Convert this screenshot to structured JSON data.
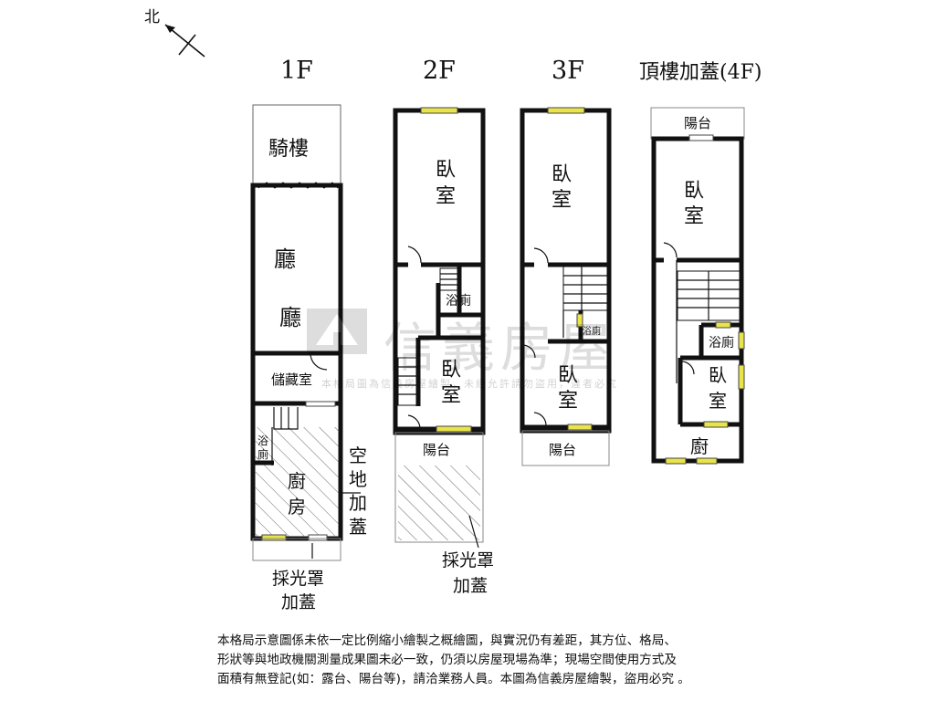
{
  "north": {
    "label": "北"
  },
  "floors": [
    {
      "title": "1F",
      "rooms": [
        "騎樓",
        "廳",
        "廳",
        "儲藏室",
        "浴",
        "廁",
        "廚",
        "房"
      ],
      "notes": [
        "空",
        "地",
        "加",
        "蓋",
        "採光罩",
        "加蓋"
      ]
    },
    {
      "title": "2F",
      "rooms": [
        "臥",
        "室",
        "浴廁",
        "臥",
        "室",
        "陽台"
      ],
      "notes": [
        "採光罩",
        "加蓋"
      ]
    },
    {
      "title": "3F",
      "rooms": [
        "臥",
        "室",
        "浴廁",
        "臥",
        "室",
        "陽台"
      ]
    },
    {
      "title": "頂樓加蓋(4F)",
      "rooms": [
        "陽台",
        "臥",
        "室",
        "浴廁",
        "臥",
        "室",
        "廚"
      ]
    }
  ],
  "watermark": {
    "brand": "信義房屋",
    "sub": "本格局圖為信義房屋繪製，未經允許請勿盜用，違者必究"
  },
  "disclaimer": {
    "lines": [
      "本格局示意圖係未依一定比例縮小繪製之概繪圖，與實況仍有差距，其方位、格局、",
      "形狀等與地政機關測量成果圖未必一致，仍須以房屋現場為準；現場空間使用方式及",
      "面積有無登記(如：露台、陽台等)，請洽業務人員。本圖為信義房屋繪製，盜用必究 。"
    ]
  }
}
